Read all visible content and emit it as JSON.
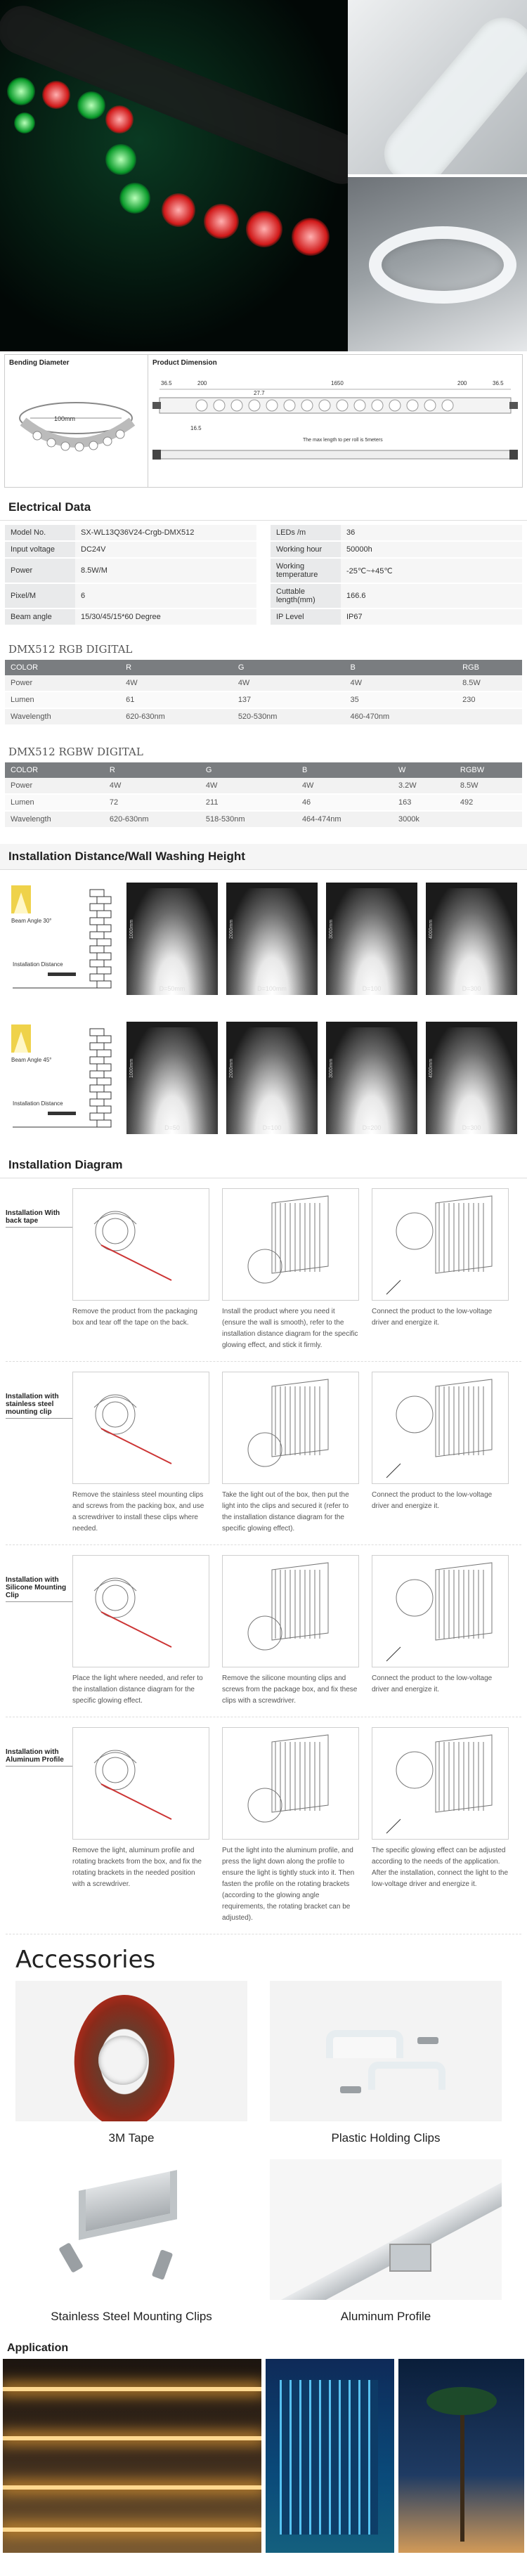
{
  "spec": {
    "bending_title": "Bending Diameter",
    "bending_value": "100mm",
    "dimension_title": "Product Dimension",
    "dims": [
      "36.5",
      "200",
      "27.7",
      "1650",
      "200",
      "36.5",
      "16.5"
    ],
    "dim_note": "The max length to per roll is 5meters"
  },
  "electrical": {
    "title": "Electrical Data",
    "rows": [
      [
        {
          "k": "Model No.",
          "v": "SX-WL13Q36V24-Crgb-DMX512"
        },
        {
          "k": "LEDs /m",
          "v": "36"
        }
      ],
      [
        {
          "k": "Input voltage",
          "v": "DC24V"
        },
        {
          "k": "Working hour",
          "v": "50000h"
        }
      ],
      [
        {
          "k": "Power",
          "v": "8.5W/M"
        },
        {
          "k": "Working temperature",
          "v": "-25℃~+45℃"
        }
      ],
      [
        {
          "k": "Pixel/M",
          "v": "6"
        },
        {
          "k": "Cuttable length(mm)",
          "v": "166.6"
        }
      ],
      [
        {
          "k": "Beam angle",
          "v": "15/30/45/15*60 Degree"
        },
        {
          "k": "IP Level",
          "v": "IP67"
        }
      ]
    ]
  },
  "dmx_rgb": {
    "title": "DMX512 RGB DIGITAL",
    "headers": [
      "COLOR",
      "R",
      "G",
      "B",
      "RGB"
    ],
    "rows": [
      [
        "Power",
        "4W",
        "4W",
        "4W",
        "8.5W"
      ],
      [
        "Lumen",
        "61",
        "137",
        "35",
        "230"
      ],
      [
        "Wavelength",
        "620-630nm",
        "520-530nm",
        "460-470nm",
        ""
      ]
    ]
  },
  "dmx_rgbw": {
    "title": "DMX512 RGBW DIGITAL",
    "headers": [
      "COLOR",
      "R",
      "G",
      "B",
      "W",
      "RGBW"
    ],
    "rows": [
      [
        "Power",
        "4W",
        "4W",
        "4W",
        "3.2W",
        "8.5W"
      ],
      [
        "Lumen",
        "72",
        "211",
        "46",
        "163",
        "492"
      ],
      [
        "Wavelength",
        "620-630nm",
        "518-530nm",
        "464-474nm",
        "3000k",
        ""
      ]
    ]
  },
  "install_distance": {
    "title": "Installation Distance/Wall Washing Height",
    "rows": [
      {
        "beam": "Beam Angle 30°",
        "label": "Installation Distance",
        "boxes": [
          {
            "d": "D=50mm",
            "h": "1000mm"
          },
          {
            "d": "D=100mm",
            "h": "2000mm"
          },
          {
            "d": "D=100",
            "h": "3000mm"
          },
          {
            "d": "D=300",
            "h": "4000mm"
          }
        ]
      },
      {
        "beam": "Beam Angle 45°",
        "label": "Installation Distance",
        "boxes": [
          {
            "d": "D=50",
            "h": "1000mm"
          },
          {
            "d": "D=100",
            "h": "2000mm"
          },
          {
            "d": "D=200",
            "h": "3000mm"
          },
          {
            "d": "D=300",
            "h": "4000mm"
          }
        ]
      }
    ]
  },
  "install_diagram": {
    "title": "Installation Diagram",
    "blocks": [
      {
        "label": "Installation With back tape",
        "steps": [
          "Remove the product from the packaging box and tear off the tape on the back.",
          "Install the product where you need it (ensure the wall is smooth), refer to the installation distance diagram for the specific glowing effect, and stick it firmly.",
          "Connect the product to the low-voltage driver and energize it."
        ]
      },
      {
        "label": "Installation with stainless steel mounting clip",
        "steps": [
          "Remove the stainless steel mounting clips and screws from the packing box, and use a screwdriver to install these clips where needed.",
          "Take the light out of the box, then put the light into the clips and secured it (refer to the installation distance diagram for the specific glowing effect).",
          "Connect the product to the low-voltage driver and energize it."
        ]
      },
      {
        "label": "Installation with Silicone Mounting Clip",
        "steps": [
          "Place the light where needed, and refer to the installation distance diagram for the specific glowing effect.",
          "Remove the silicone mounting clips and screws from the package box, and fix these clips with a screwdriver.",
          "Connect the product to the low-voltage driver and energize it."
        ]
      },
      {
        "label": "Installation with Aluminum Profile",
        "steps": [
          "Remove the light, aluminum profile and rotating brackets from the box, and fix the rotating brackets in the needed position with a screwdriver.",
          "Put the light into the aluminum profile, and press the light down along the profile to ensure the light is tightly stuck into it. Then fasten the profile on the rotating brackets (according to the glowing angle requirements, the rotating bracket can be adjusted).",
          "The specific glowing effect can be adjusted according to the needs of the application. After the installation, connect the light to the low-voltage driver and energize it."
        ]
      }
    ]
  },
  "accessories": {
    "title": "Accessories",
    "items": [
      "3M Tape",
      "Plastic Holding Clips",
      "Stainless Steel Mounting Clips",
      "Aluminum Profile"
    ]
  },
  "application": {
    "title": "Application"
  }
}
